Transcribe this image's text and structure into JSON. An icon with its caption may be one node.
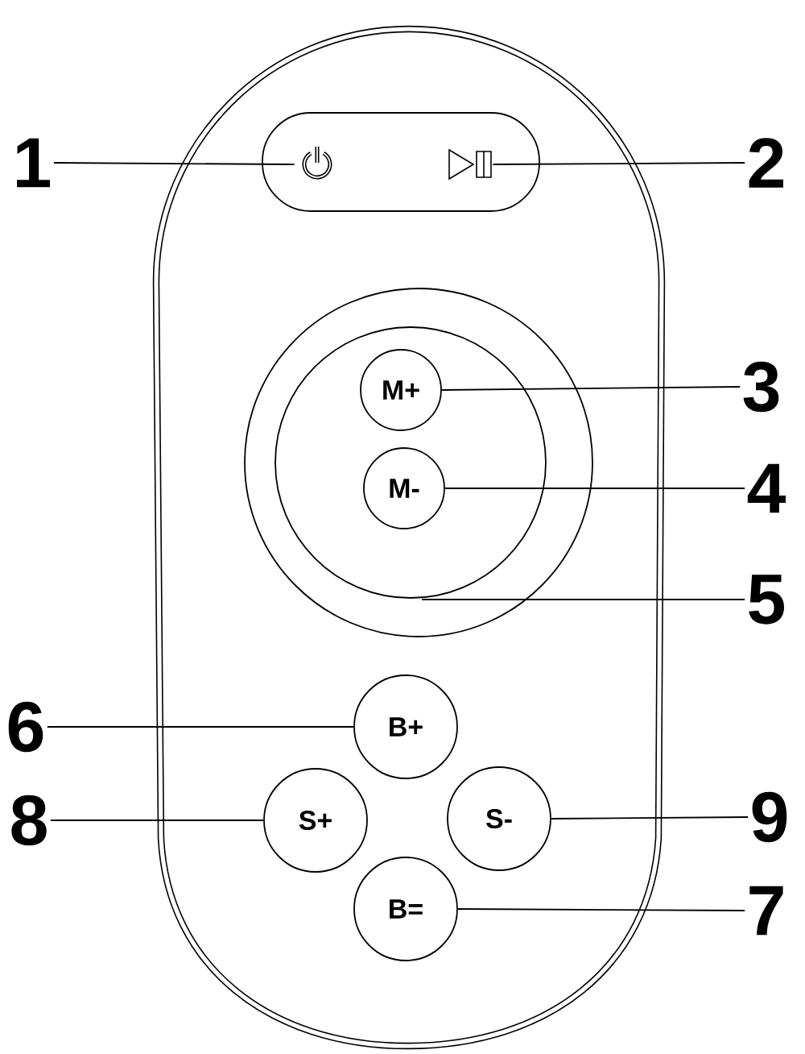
{
  "diagram": {
    "nodes": [
      {
        "text": [
          "1"
        ]
      },
      {
        "text": [],
        "shape": "icon"
      },
      {
        "text": [],
        "shape": "icon"
      },
      {
        "text": [
          "2"
        ]
      },
      {
        "text": [],
        "shape": "circle"
      },
      {
        "text": [
          "M+"
        ],
        "in": 4
      },
      {
        "text": [
          "3"
        ]
      },
      {
        "text": [
          "M-"
        ],
        "in": 4
      },
      {
        "text": [
          "4"
        ]
      },
      {
        "text": [
          "5"
        ]
      },
      {
        "text": [
          "6"
        ]
      },
      {
        "text": [
          "B+"
        ]
      },
      {
        "text": [
          "8"
        ]
      },
      {
        "text": [
          "S+"
        ]
      },
      {
        "text": [
          "S-"
        ]
      },
      {
        "text": [
          "9"
        ]
      },
      {
        "text": [
          "B="
        ]
      },
      {
        "text": [
          "7"
        ]
      }
    ],
    "edges": [
      {
        "from": 0,
        "to": 1,
        "arrow": "none"
      },
      {
        "from": 3,
        "to": 2,
        "arrow": "none"
      },
      {
        "from": 6,
        "to": 5,
        "arrow": "none"
      },
      {
        "from": 8,
        "to": 7,
        "arrow": "none"
      },
      {
        "from": 9,
        "to": 4,
        "arrow": "none"
      },
      {
        "from": 10,
        "to": 11,
        "arrow": "none"
      },
      {
        "from": 12,
        "to": 13,
        "arrow": "none"
      },
      {
        "from": 15,
        "to": 14,
        "arrow": "none"
      },
      {
        "from": 17,
        "to": 16,
        "arrow": "none"
      }
    ]
  }
}
